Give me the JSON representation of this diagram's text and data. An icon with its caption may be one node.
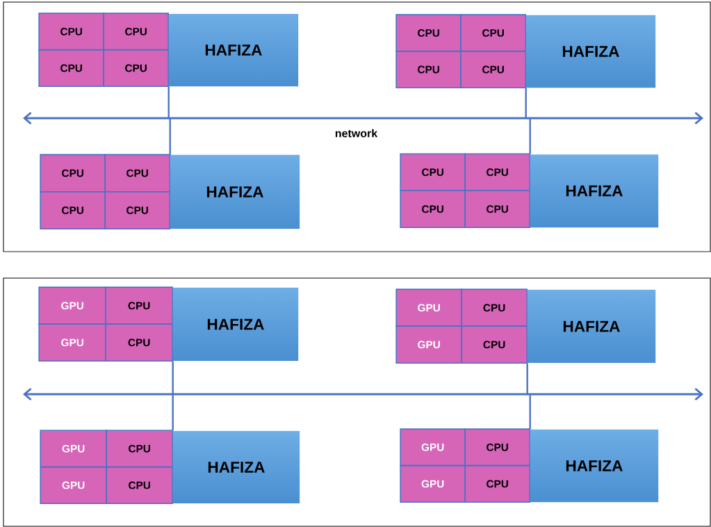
{
  "diagram": {
    "nodes": [
      {
        "text": [],
        "shape": "box"
      },
      {
        "text": [],
        "shape": "bar",
        "in": 0,
        "beside": [
          "network"
        ]
      },
      {
        "text": [],
        "shape": "box",
        "in": 0
      },
      {
        "text": [
          "CPU"
        ],
        "in": 2
      },
      {
        "text": [
          "CPU"
        ],
        "in": 2
      },
      {
        "text": [
          "CPU"
        ],
        "in": 2
      },
      {
        "text": [
          "CPU"
        ],
        "in": 2
      },
      {
        "text": [
          "HAFIZA"
        ],
        "in": 0
      },
      {
        "text": [],
        "shape": "box",
        "in": 0
      },
      {
        "text": [
          "CPU"
        ],
        "in": 8
      },
      {
        "text": [
          "CPU"
        ],
        "in": 8
      },
      {
        "text": [
          "CPU"
        ],
        "in": 8
      },
      {
        "text": [
          "CPU"
        ],
        "in": 8
      },
      {
        "text": [
          "HAFIZA"
        ],
        "in": 0
      },
      {
        "text": [],
        "shape": "box",
        "in": 0
      },
      {
        "text": [
          "CPU"
        ],
        "in": 14
      },
      {
        "text": [
          "CPU"
        ],
        "in": 14
      },
      {
        "text": [
          "CPU"
        ],
        "in": 14
      },
      {
        "text": [
          "CPU"
        ],
        "in": 14
      },
      {
        "text": [
          "HAFIZA"
        ],
        "in": 0
      },
      {
        "text": [],
        "shape": "box",
        "in": 0
      },
      {
        "text": [
          "CPU"
        ],
        "in": 20
      },
      {
        "text": [
          "CPU"
        ],
        "in": 20
      },
      {
        "text": [
          "CPU"
        ],
        "in": 20
      },
      {
        "text": [
          "CPU"
        ],
        "in": 20
      },
      {
        "text": [
          "HAFIZA"
        ],
        "in": 0
      },
      {
        "text": [],
        "shape": "box"
      },
      {
        "text": [],
        "shape": "bar",
        "in": 26
      },
      {
        "text": [],
        "shape": "box",
        "in": 26
      },
      {
        "text": [
          "GPU"
        ],
        "in": 28
      },
      {
        "text": [
          "CPU"
        ],
        "in": 28
      },
      {
        "text": [
          "GPU"
        ],
        "in": 28
      },
      {
        "text": [
          "CPU"
        ],
        "in": 28
      },
      {
        "text": [
          "HAFIZA"
        ],
        "in": 26
      },
      {
        "text": [],
        "shape": "box",
        "in": 26
      },
      {
        "text": [
          "GPU"
        ],
        "in": 34
      },
      {
        "text": [
          "CPU"
        ],
        "in": 34
      },
      {
        "text": [
          "GPU"
        ],
        "in": 34
      },
      {
        "text": [
          "CPU"
        ],
        "in": 34
      },
      {
        "text": [
          "HAFIZA"
        ],
        "in": 26
      },
      {
        "text": [],
        "shape": "box",
        "in": 26
      },
      {
        "text": [
          "GPU"
        ],
        "in": 40
      },
      {
        "text": [
          "CPU"
        ],
        "in": 40
      },
      {
        "text": [
          "GPU"
        ],
        "in": 40
      },
      {
        "text": [
          "CPU"
        ],
        "in": 40
      },
      {
        "text": [
          "HAFIZA"
        ],
        "in": 26
      },
      {
        "text": [],
        "shape": "box",
        "in": 26
      },
      {
        "text": [
          "GPU"
        ],
        "in": 46
      },
      {
        "text": [
          "CPU"
        ],
        "in": 46
      },
      {
        "text": [
          "GPU"
        ],
        "in": 46
      },
      {
        "text": [
          "CPU"
        ],
        "in": 46
      },
      {
        "text": [
          "HAFIZA"
        ],
        "in": 26
      }
    ],
    "edges": [
      {
        "from": 2,
        "to": 1,
        "arrow": "none"
      },
      {
        "from": 8,
        "to": 1,
        "arrow": "none"
      },
      {
        "from": 14,
        "to": 1,
        "arrow": "none"
      },
      {
        "from": 20,
        "to": 1,
        "arrow": "none"
      },
      {
        "from": 28,
        "to": 27,
        "arrow": "none"
      },
      {
        "from": 34,
        "to": 27,
        "arrow": "none"
      },
      {
        "from": 40,
        "to": 27,
        "arrow": "none"
      },
      {
        "from": 46,
        "to": 27,
        "arrow": "none"
      }
    ]
  }
}
